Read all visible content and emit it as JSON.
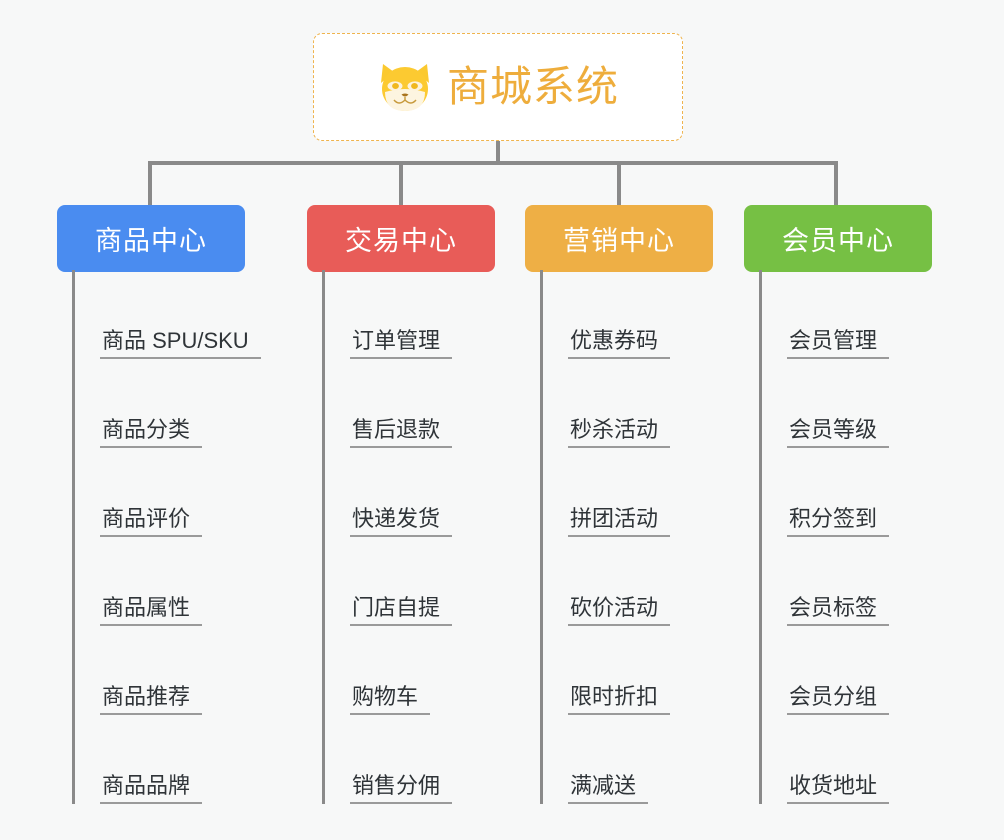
{
  "diagram": {
    "type": "mindmap-tree",
    "background_color": "#f7f8f8",
    "connector_color": "#8a8a8a",
    "root": {
      "title": "商城系统",
      "icon": "shiba-inu-dog-face-icon",
      "text_color": "#eead3c",
      "border_color": "#efb44e",
      "background_color": "#ffffff"
    },
    "branches": [
      {
        "label": "商品中心",
        "color": "#4a8cf0",
        "items": [
          "商品 SPU/SKU",
          "商品分类",
          "商品评价",
          "商品属性",
          "商品推荐",
          "商品品牌"
        ]
      },
      {
        "label": "交易中心",
        "color": "#e85c58",
        "items": [
          "订单管理",
          "售后退款",
          "快递发货",
          "门店自提",
          "购物车",
          "销售分佣"
        ]
      },
      {
        "label": "营销中心",
        "color": "#eeaf45",
        "items": [
          "优惠券码",
          "秒杀活动",
          "拼团活动",
          "砍价活动",
          "限时折扣",
          "满减送"
        ]
      },
      {
        "label": "会员中心",
        "color": "#76c044",
        "items": [
          "会员管理",
          "会员等级",
          "积分签到",
          "会员标签",
          "会员分组",
          "收货地址"
        ]
      }
    ]
  }
}
